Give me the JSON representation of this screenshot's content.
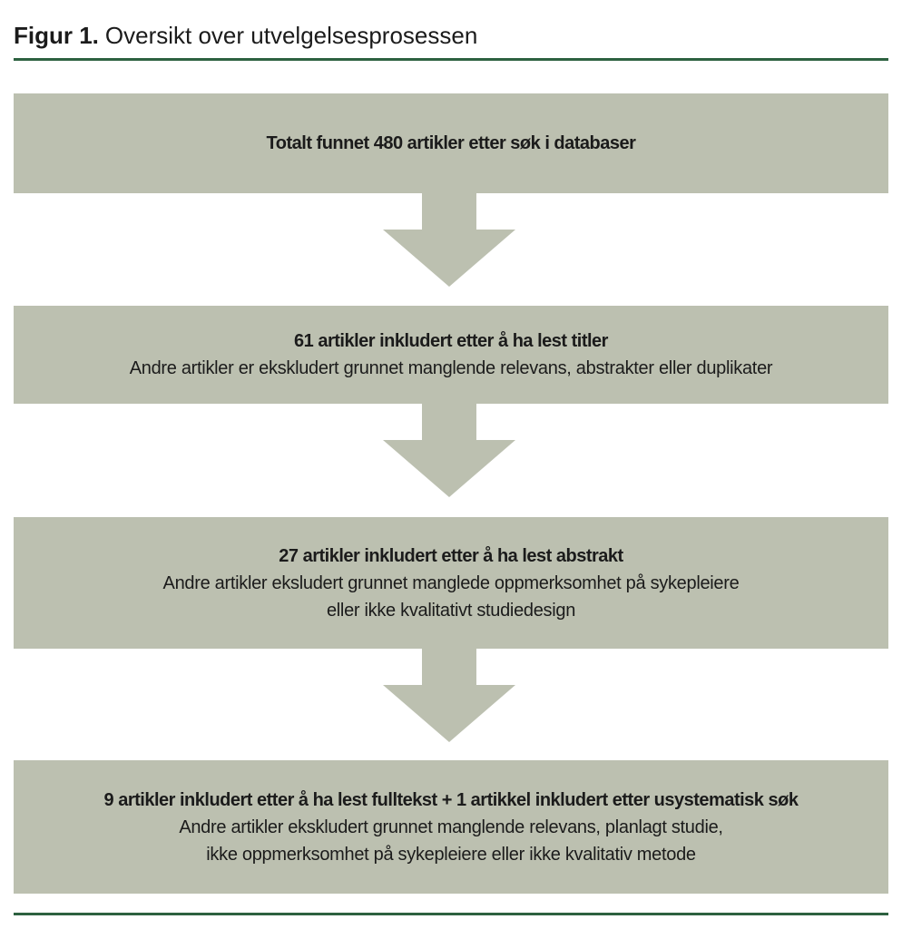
{
  "figure": {
    "label": "Figur 1.",
    "caption": "Oversikt over utvelgelsesprosessen"
  },
  "colors": {
    "box_fill": "#bcc0b0",
    "arrow_fill": "#bcc0b0",
    "divider_green": "#2d6140",
    "text_dark": "#1b1b1b"
  },
  "icons": {
    "flow_arrow": "down-block-arrow"
  },
  "flowchart": {
    "steps": [
      {
        "heading": "Totalt funnet 480 artikler etter søk i databaser",
        "details": []
      },
      {
        "heading": "61 artikler inkludert etter å ha lest titler",
        "details": [
          "Andre artikler er ekskludert grunnet manglende relevans, abstrakter eller duplikater"
        ]
      },
      {
        "heading": "27 artikler inkludert etter å ha lest abstrakt",
        "details": [
          "Andre artikler eksludert grunnet manglede oppmerksomhet på sykepleiere",
          "eller ikke kvalitativt studiedesign"
        ]
      },
      {
        "heading": "9 artikler inkludert etter å ha lest fulltekst + 1 artikkel inkludert etter usystematisk søk",
        "details": [
          "Andre artikler ekskludert grunnet manglende relevans, planlagt studie,",
          "ikke oppmerksomhet på sykepleiere eller ikke kvalitativ metode"
        ]
      }
    ]
  }
}
